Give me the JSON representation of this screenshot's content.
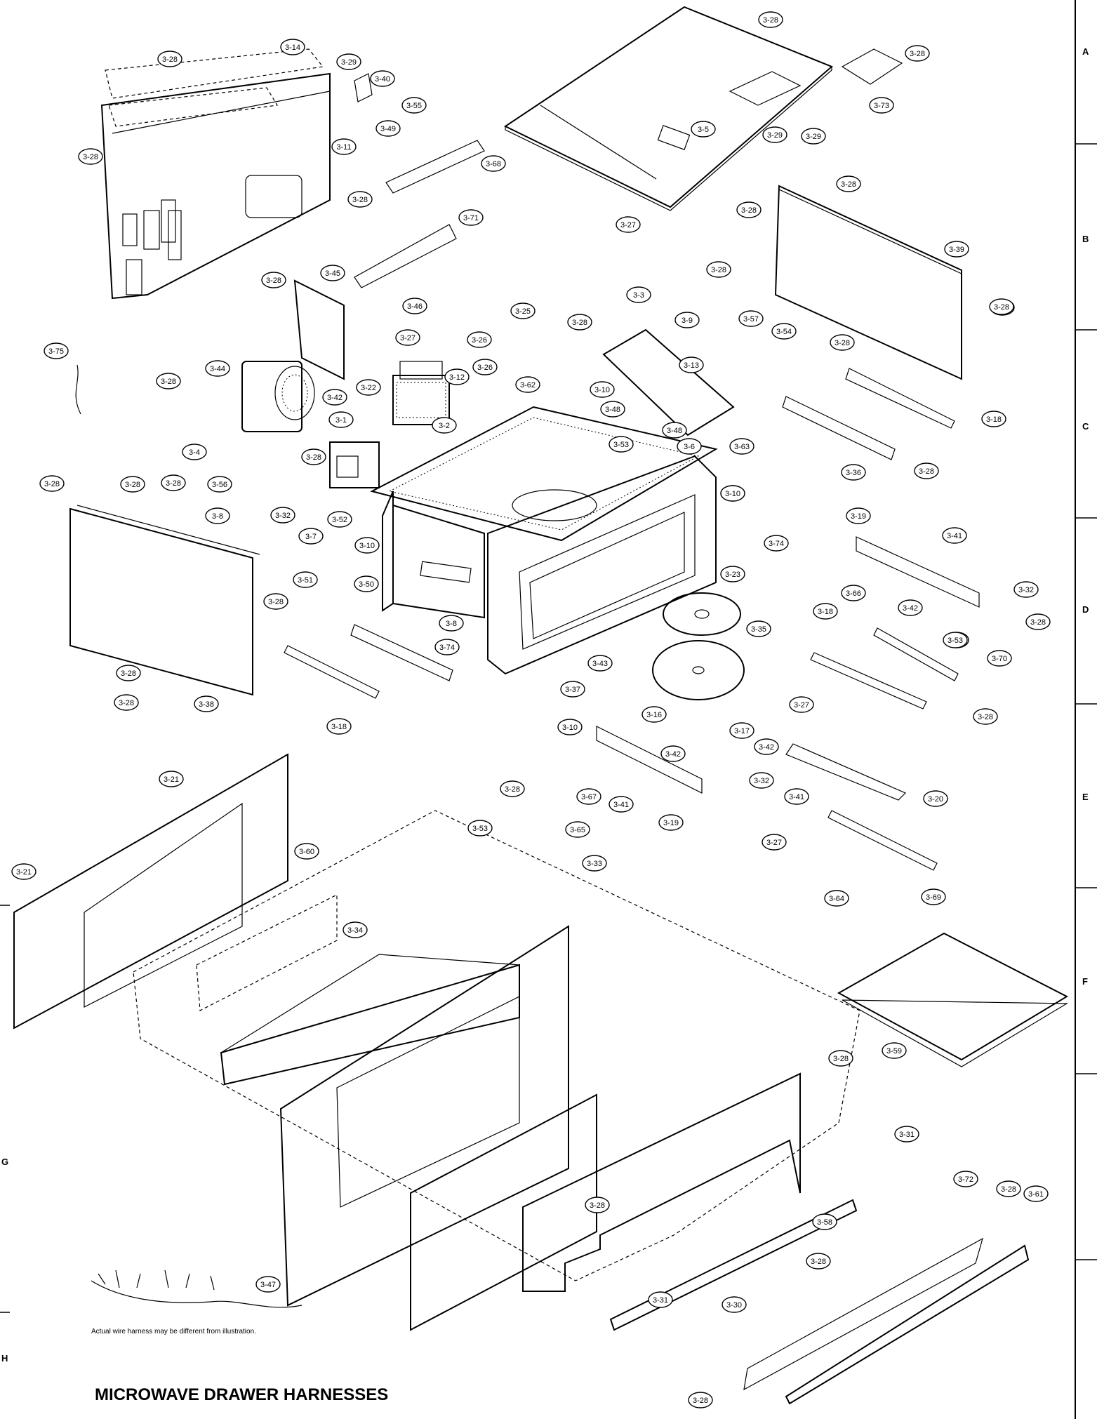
{
  "title": "MICROWAVE DRAWER HARNESSES",
  "harness_note": "Actual wire harness may be different from illustration.",
  "grid_labels": [
    "A",
    "B",
    "C",
    "D",
    "E",
    "F",
    "G",
    "H"
  ],
  "callouts": [
    {
      "label": "3-28"
    },
    {
      "label": "3-14"
    },
    {
      "label": "3-29"
    },
    {
      "label": "3-40"
    },
    {
      "label": "3-49"
    },
    {
      "label": "3-55"
    },
    {
      "label": "3-68"
    },
    {
      "label": "3-28"
    },
    {
      "label": "3-11"
    },
    {
      "label": "3-28"
    },
    {
      "label": "3-71"
    },
    {
      "label": "3-28"
    },
    {
      "label": "3-29"
    },
    {
      "label": "3-28"
    },
    {
      "label": "3-73"
    },
    {
      "label": "3-5"
    },
    {
      "label": "3-29"
    },
    {
      "label": "3-28"
    },
    {
      "label": "3-28"
    },
    {
      "label": "3-39"
    },
    {
      "label": "3-28"
    },
    {
      "label": "3-28"
    },
    {
      "label": "3-27"
    },
    {
      "label": "3-3"
    },
    {
      "label": "3-28"
    },
    {
      "label": "3-9"
    },
    {
      "label": "3-57"
    },
    {
      "label": "3-54"
    },
    {
      "label": "3-28"
    },
    {
      "label": "3-45"
    },
    {
      "label": "3-28"
    },
    {
      "label": "3-46"
    },
    {
      "label": "3-25"
    },
    {
      "label": "3-27"
    },
    {
      "label": "3-26"
    },
    {
      "label": "3-28"
    },
    {
      "label": "3-13"
    },
    {
      "label": "3-75"
    },
    {
      "label": "3-44"
    },
    {
      "label": "3-12"
    },
    {
      "label": "3-26"
    },
    {
      "label": "3-62"
    },
    {
      "label": "3-10"
    },
    {
      "label": "3-42"
    },
    {
      "label": "3-22"
    },
    {
      "label": "3-48"
    },
    {
      "label": "3-1"
    },
    {
      "label": "3-2"
    },
    {
      "label": "3-28"
    },
    {
      "label": "3-48"
    },
    {
      "label": "3-53"
    },
    {
      "label": "3-6"
    },
    {
      "label": "3-63"
    },
    {
      "label": "3-18"
    },
    {
      "label": "3-28"
    },
    {
      "label": "3-4"
    },
    {
      "label": "3-28"
    },
    {
      "label": "3-28"
    },
    {
      "label": "3-56"
    },
    {
      "label": "3-28"
    },
    {
      "label": "3-36"
    },
    {
      "label": "3-28"
    },
    {
      "label": "3-28"
    },
    {
      "label": "3-8"
    },
    {
      "label": "3-32"
    },
    {
      "label": "3-10"
    },
    {
      "label": "3-7"
    },
    {
      "label": "3-52"
    },
    {
      "label": "3-10"
    },
    {
      "label": "3-74"
    },
    {
      "label": "3-19"
    },
    {
      "label": "3-41"
    },
    {
      "label": "3-51"
    },
    {
      "label": "3-50"
    },
    {
      "label": "3-23"
    },
    {
      "label": "3-66"
    },
    {
      "label": "3-42"
    },
    {
      "label": "3-32"
    },
    {
      "label": "3-28"
    },
    {
      "label": "3-53"
    },
    {
      "label": "3-8"
    },
    {
      "label": "3-35"
    },
    {
      "label": "3-18"
    },
    {
      "label": "3-53"
    },
    {
      "label": "3-70"
    },
    {
      "label": "3-28"
    },
    {
      "label": "3-74"
    },
    {
      "label": "3-43"
    },
    {
      "label": "3-28"
    },
    {
      "label": "3-38"
    },
    {
      "label": "3-28"
    },
    {
      "label": "3-37"
    },
    {
      "label": "3-16"
    },
    {
      "label": "3-17"
    },
    {
      "label": "3-28"
    },
    {
      "label": "3-18"
    },
    {
      "label": "3-10"
    },
    {
      "label": "3-27"
    },
    {
      "label": "3-42"
    },
    {
      "label": "3-42"
    },
    {
      "label": "3-32"
    },
    {
      "label": "3-21"
    },
    {
      "label": "3-28"
    },
    {
      "label": "3-67"
    },
    {
      "label": "3-41"
    },
    {
      "label": "3-19"
    },
    {
      "label": "3-41"
    },
    {
      "label": "3-20"
    },
    {
      "label": "3-53"
    },
    {
      "label": "3-65"
    },
    {
      "label": "3-60"
    },
    {
      "label": "3-27"
    },
    {
      "label": "3-21"
    },
    {
      "label": "3-33"
    },
    {
      "label": "3-64"
    },
    {
      "label": "3-69"
    },
    {
      "label": "3-34"
    },
    {
      "label": "3-59"
    },
    {
      "label": "3-28"
    },
    {
      "label": "3-31"
    },
    {
      "label": "3-28"
    },
    {
      "label": "3-72"
    },
    {
      "label": "3-28"
    },
    {
      "label": "3-61"
    },
    {
      "label": "3-58"
    },
    {
      "label": "3-47"
    },
    {
      "label": "3-28"
    },
    {
      "label": "3-30"
    },
    {
      "label": "3-31"
    },
    {
      "label": "3-28"
    }
  ]
}
